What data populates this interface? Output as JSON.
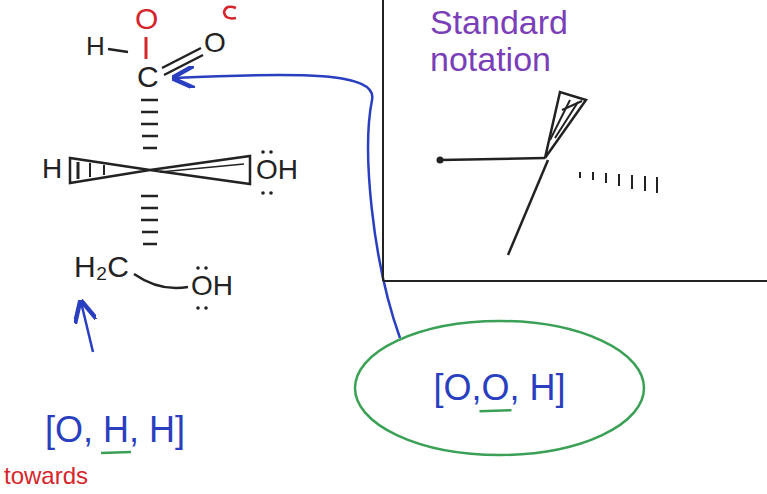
{
  "diagram": {
    "nodes": [
      {
        "text": [
          "[O,O, H]"
        ]
      }
    ],
    "labels": [
      "O",
      "H",
      "O",
      "C",
      "H",
      "OH",
      "H₂C",
      "OH",
      "[O, H, H]",
      "towards",
      "Standard notation"
    ]
  }
}
